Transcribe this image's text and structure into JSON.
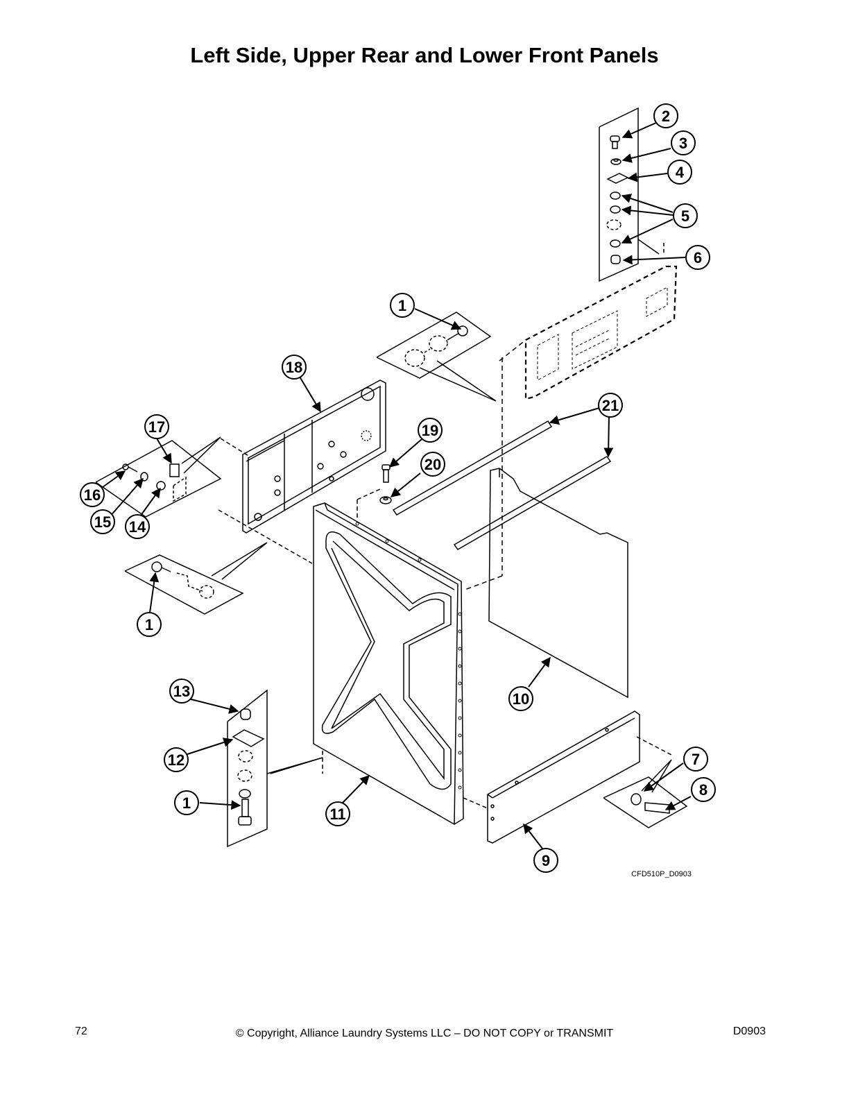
{
  "page": {
    "title": "Left Side, Upper Rear and Lower Front Panels",
    "figure_id": "CFD510P_D0903",
    "page_number": "72",
    "copyright": "© Copyright, Alliance Laundry Systems LLC – DO NOT COPY or TRANSMIT",
    "document_code": "D0903"
  },
  "callouts": [
    {
      "label": "1"
    },
    {
      "label": "1"
    },
    {
      "label": "1"
    },
    {
      "label": "2"
    },
    {
      "label": "3"
    },
    {
      "label": "4"
    },
    {
      "label": "5"
    },
    {
      "label": "6"
    },
    {
      "label": "7"
    },
    {
      "label": "8"
    },
    {
      "label": "9"
    },
    {
      "label": "10"
    },
    {
      "label": "11"
    },
    {
      "label": "12"
    },
    {
      "label": "13"
    },
    {
      "label": "14"
    },
    {
      "label": "15"
    },
    {
      "label": "16"
    },
    {
      "label": "17"
    },
    {
      "label": "18"
    },
    {
      "label": "19"
    },
    {
      "label": "20"
    },
    {
      "label": "21"
    }
  ]
}
